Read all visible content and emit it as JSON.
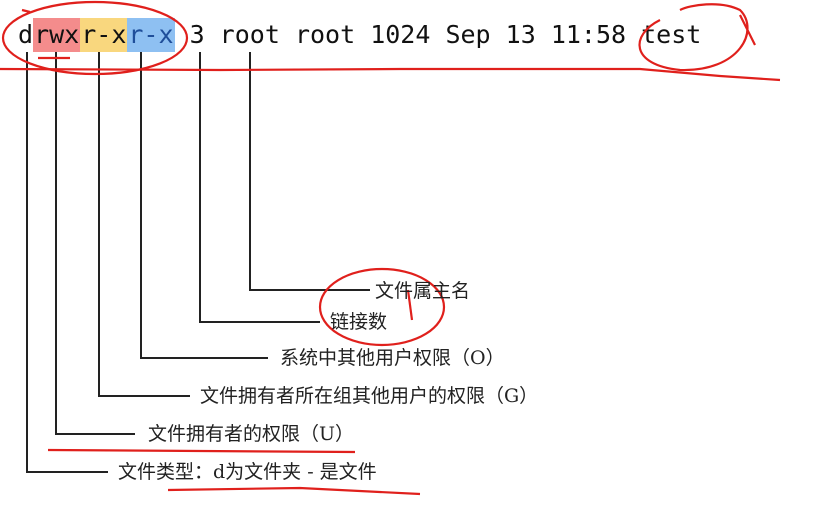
{
  "listing": {
    "type": "d",
    "user_perm": "rwx",
    "group_perm": "r-x",
    "other_perm": "r-x",
    "rest": " 3 root root 1024 Sep 13 11:58 ",
    "name": "test"
  },
  "labels": {
    "owner": "文件属主名",
    "links": "链接数",
    "other": "系统中其他用户权限（O）",
    "group": "文件拥有者所在组其他用户的权限（G）",
    "user": "文件拥有者的权限（U）",
    "filetype": "文件类型：d为文件夹 - 是文件"
  },
  "colors": {
    "user_highlight": "#f48c8c",
    "group_highlight": "#f9d77e",
    "other_highlight": "#8ec0f2",
    "annotation": "#e0201c",
    "line": "#222222"
  }
}
